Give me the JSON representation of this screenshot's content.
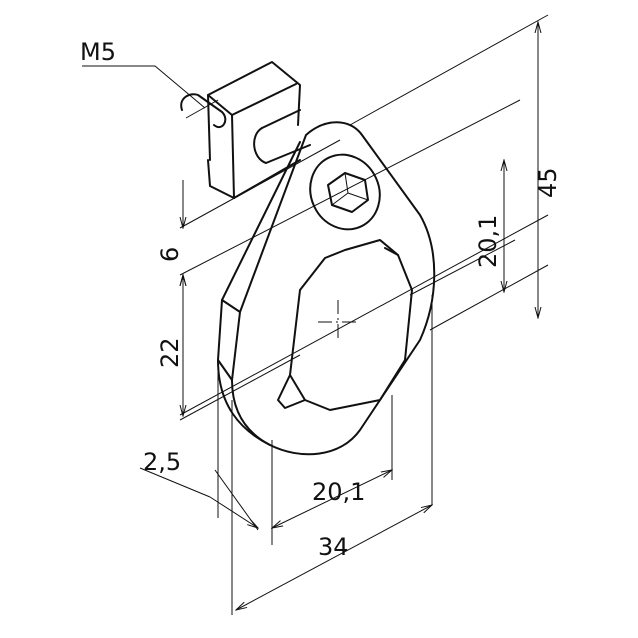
{
  "drawing": {
    "thread_label": "M5",
    "dimensions": {
      "dim_6": "6",
      "dim_22": "22",
      "dim_2_5": "2,5",
      "dim_20_1_horizontal": "20,1",
      "dim_34": "34",
      "dim_45": "45",
      "dim_20_1_vertical": "20,1"
    }
  }
}
